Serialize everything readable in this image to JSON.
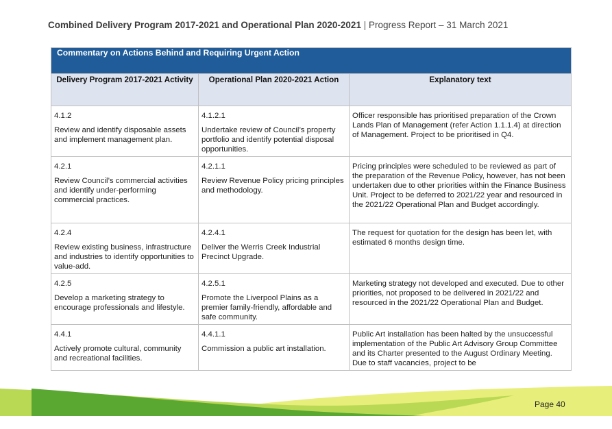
{
  "header": {
    "bold": "Combined Delivery Program 2017-2021 and Operational Plan 2020-2021",
    "sep": "|",
    "rest": "Progress Report – 31 March 2021"
  },
  "table": {
    "title": "Commentary on Actions Behind and Requiring Urgent Action",
    "columns": [
      "Delivery Program 2017-2021 Activity",
      "Operational Plan 2020-2021 Action",
      "Explanatory text"
    ],
    "rows": [
      {
        "activity_code": "4.1.2",
        "activity": "Review and identify disposable assets and implement management plan.",
        "action_code": "4.1.2.1",
        "action": "Undertake review of Council’s property portfolio and identify potential disposal opportunities.",
        "text": "Officer responsible has prioritised preparation of the Crown Lands Plan of Management (refer Action 1.1.1.4) at direction of Management. Project to be prioritised in Q4."
      },
      {
        "activity_code": "4.2.1",
        "activity": "Review Council’s commercial activities and identify under-performing commercial practices.",
        "action_code": "4.2.1.1",
        "action": "Review Revenue Policy pricing principles and methodology.",
        "text": "Pricing principles were scheduled to be reviewed as part of the preparation of the Revenue Policy, however, has not been undertaken due to other priorities within the Finance Business Unit. Project to be deferred to 2021/22 year and resourced in the 2021/22 Operational Plan and Budget accordingly."
      },
      {
        "activity_code": "4.2.4",
        "activity": "Review existing business, infrastructure and industries to identify opportunities to value-add.",
        "action_code": "4.2.4.1",
        "action": "Deliver the Werris Creek Industrial Precinct Upgrade.",
        "text": "The request for quotation for the design has been let, with estimated 6 months design time."
      },
      {
        "activity_code": "4.2.5",
        "activity": "Develop a marketing strategy to encourage professionals and lifestyle.",
        "action_code": "4.2.5.1",
        "action": "Promote the Liverpool Plains as a premier family-friendly, affordable and safe community.",
        "text": "Marketing strategy not developed and executed. Due to other priorities, not proposed to be delivered in 2021/22 and resourced in the 2021/22 Operational Plan and Budget."
      },
      {
        "activity_code": "4.4.1",
        "activity": "Actively promote cultural, community and recreational facilities.",
        "action_code": "4.4.1.1",
        "action": "Commission a public art installation.",
        "text": "Public Art installation has been halted by the unsuccessful implementation of the Public Art Advisory Group Committee and its Charter presented to the August Ordinary Meeting. Due to staff vacancies, project to be"
      }
    ]
  },
  "footer": {
    "page": "Page 40",
    "colors": {
      "dark_green": "#5aa832",
      "light_green": "#b9d955",
      "yellow": "#e8ee7a",
      "title_bar": "#1f5c99",
      "col_header": "#dde3ef"
    }
  }
}
